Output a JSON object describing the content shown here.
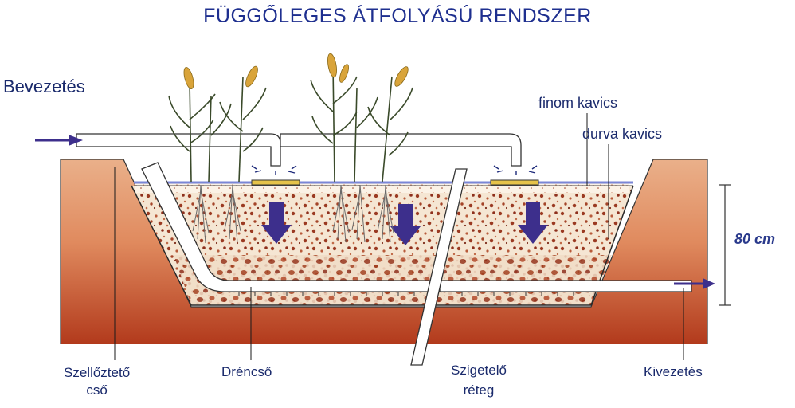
{
  "title": "FÜGGŐLEGES ÁTFOLYÁSÚ RENDSZER",
  "labels": {
    "inlet": "Bevezetés",
    "fine_gravel": "finom kavics",
    "coarse_gravel": "durva kavics",
    "depth": "80 cm",
    "vent_pipe_line1": "Szellőztető",
    "vent_pipe_line2": "cső",
    "drain_pipe": "Dréncső",
    "liner_line1": "Szigetelő",
    "liner_line2": "réteg",
    "outlet": "Kivezetés"
  },
  "colors": {
    "title": "#1e2f8f",
    "label": "#1a2a6c",
    "soil_light": "#e7a87c",
    "soil_dark": "#b6401f",
    "gravel_bg": "#f4e4cf",
    "pebble": "#9b3a22",
    "arrow": "#3d2f8c",
    "water": "#9aa4e0",
    "outline": "#222222"
  }
}
